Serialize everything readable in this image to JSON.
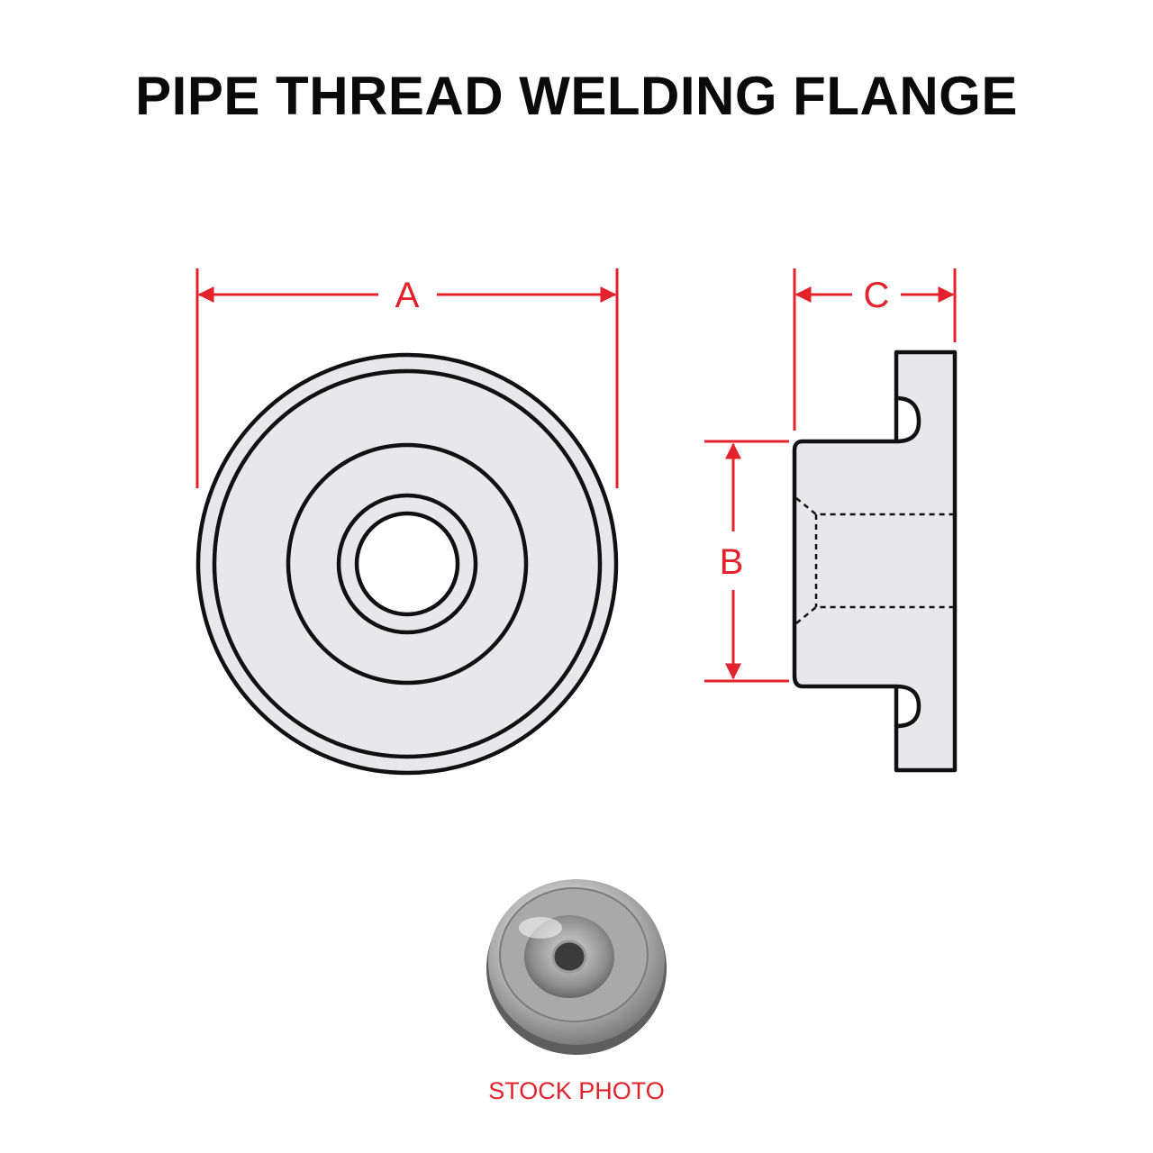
{
  "title": "PIPE THREAD WELDING FLANGE",
  "dimensions": {
    "a": "A",
    "b": "B",
    "c": "C"
  },
  "caption": "STOCK PHOTO",
  "colors": {
    "outline": "#111111",
    "part_fill": "#e8e8ea",
    "dimension": "#e4222b"
  }
}
